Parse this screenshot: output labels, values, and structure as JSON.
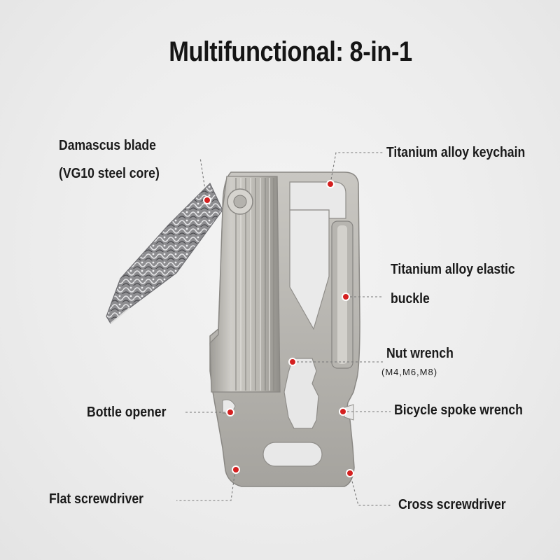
{
  "title": "Multifunctional: 8-in-1",
  "labels": {
    "blade_line1": "Damascus blade",
    "blade_line2": "(VG10 steel core)",
    "keychain": "Titanium alloy keychain",
    "buckle_line1": "Titanium alloy elastic",
    "buckle_line2": "buckle",
    "nut_wrench": "Nut wrench",
    "nut_sizes": "(M4,M6,M8)",
    "bottle_opener": "Bottle opener",
    "spoke_wrench": "Bicycle spoke wrench",
    "flat_screwdriver": "Flat screwdriver",
    "cross_screwdriver": "Cross screwdriver"
  },
  "colors": {
    "marker": "#d42020",
    "titanium": "#bdbbb5",
    "leader": "#777777"
  }
}
